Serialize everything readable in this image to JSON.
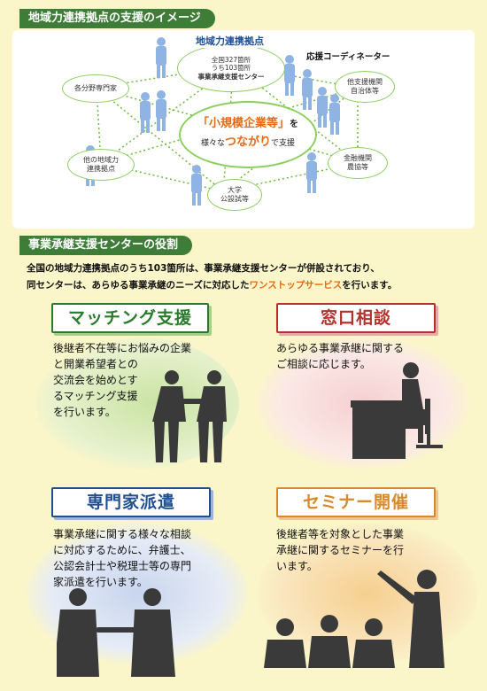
{
  "section1": {
    "heading": "地域力連携拠点の支援のイメージ",
    "hub": {
      "title": "地域力連携拠点",
      "line1": "全国327箇所",
      "line2": "うち103箇所",
      "line3": "事業承継支援センター"
    },
    "coordinator": "応援コーディネーター",
    "nodes": {
      "experts": "各分野専門家",
      "other_hubs_1": "他の地域力",
      "other_hubs_2": "連携拠点",
      "support_1": "他支援機関",
      "support_2": "自治体等",
      "finance_1": "金融機関",
      "finance_2": "農協等",
      "univ_1": "大学",
      "univ_2": "公設試等"
    },
    "center": {
      "main": "「小規模企業等」",
      "suffix": "を",
      "sub1": "様々な",
      "sub2": "つながり",
      "sub3": "で支援"
    }
  },
  "section2": {
    "heading": "事業承継支援センターの役割",
    "intro_line1": "全国の地域力連携拠点のうち103箇所は、事業承継支援センターが併設されており、",
    "intro_line2a": "同センターは、あらゆる事業承継のニーズに対応した",
    "intro_line2b": "ワンストップサービス",
    "intro_line2c": "を行います。",
    "cards": [
      {
        "title": "マッチング支援",
        "lines": [
          "後継者不在等にお悩みの企業",
          "と開業希望者との",
          "交流会を始めとす",
          "るマッチング支援",
          "を行います。"
        ]
      },
      {
        "title": "窓口相談",
        "lines": [
          "あらゆる事業承継に関する",
          "ご相談に応じます。"
        ]
      },
      {
        "title": "専門家派遣",
        "lines": [
          "事業承継に関する様々な相談",
          "に対応するために、弁護士、",
          "公認会計士や税理士等の専門",
          "家派遣を行います。"
        ]
      },
      {
        "title": "セミナー開催",
        "lines": [
          "後継者等を対象とした事業",
          "承継に関するセミナーを行",
          "います。"
        ]
      }
    ]
  },
  "colors": {
    "header_green": "#3e7d38",
    "node_border": "#8ccf5f",
    "silhouette_blue": "#8fb4e3",
    "accent_orange": "#e56a14",
    "card1": "#2a7b2c",
    "card2": "#b5322c",
    "card3": "#1f4f93",
    "card4": "#d7892b"
  }
}
